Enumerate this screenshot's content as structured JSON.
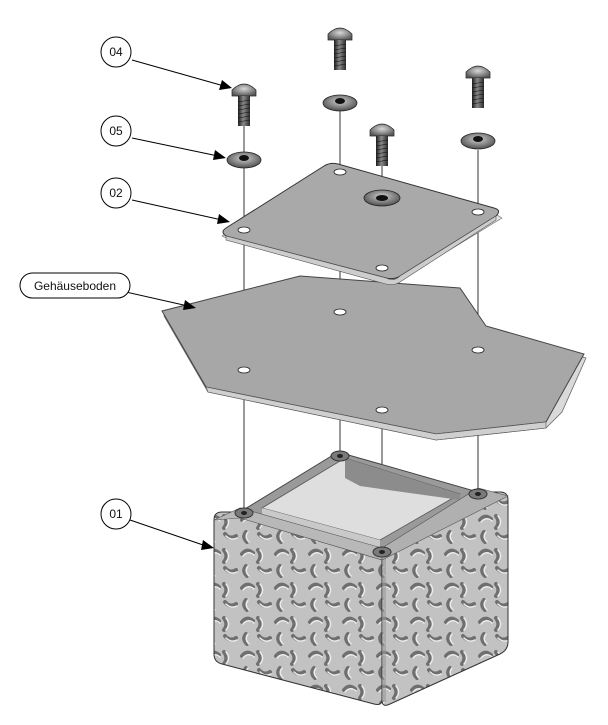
{
  "callouts": {
    "part_04": "04",
    "part_05": "05",
    "part_02": "02",
    "housing_bottom": "Gehäuseboden",
    "part_01": "01"
  },
  "colors": {
    "plate_fill": "#a7a7a7",
    "plate_edge": "#6e6e6e",
    "screw_dark": "#3b3b3b",
    "checker_base": "#bdbdbd",
    "line": "#000000"
  }
}
